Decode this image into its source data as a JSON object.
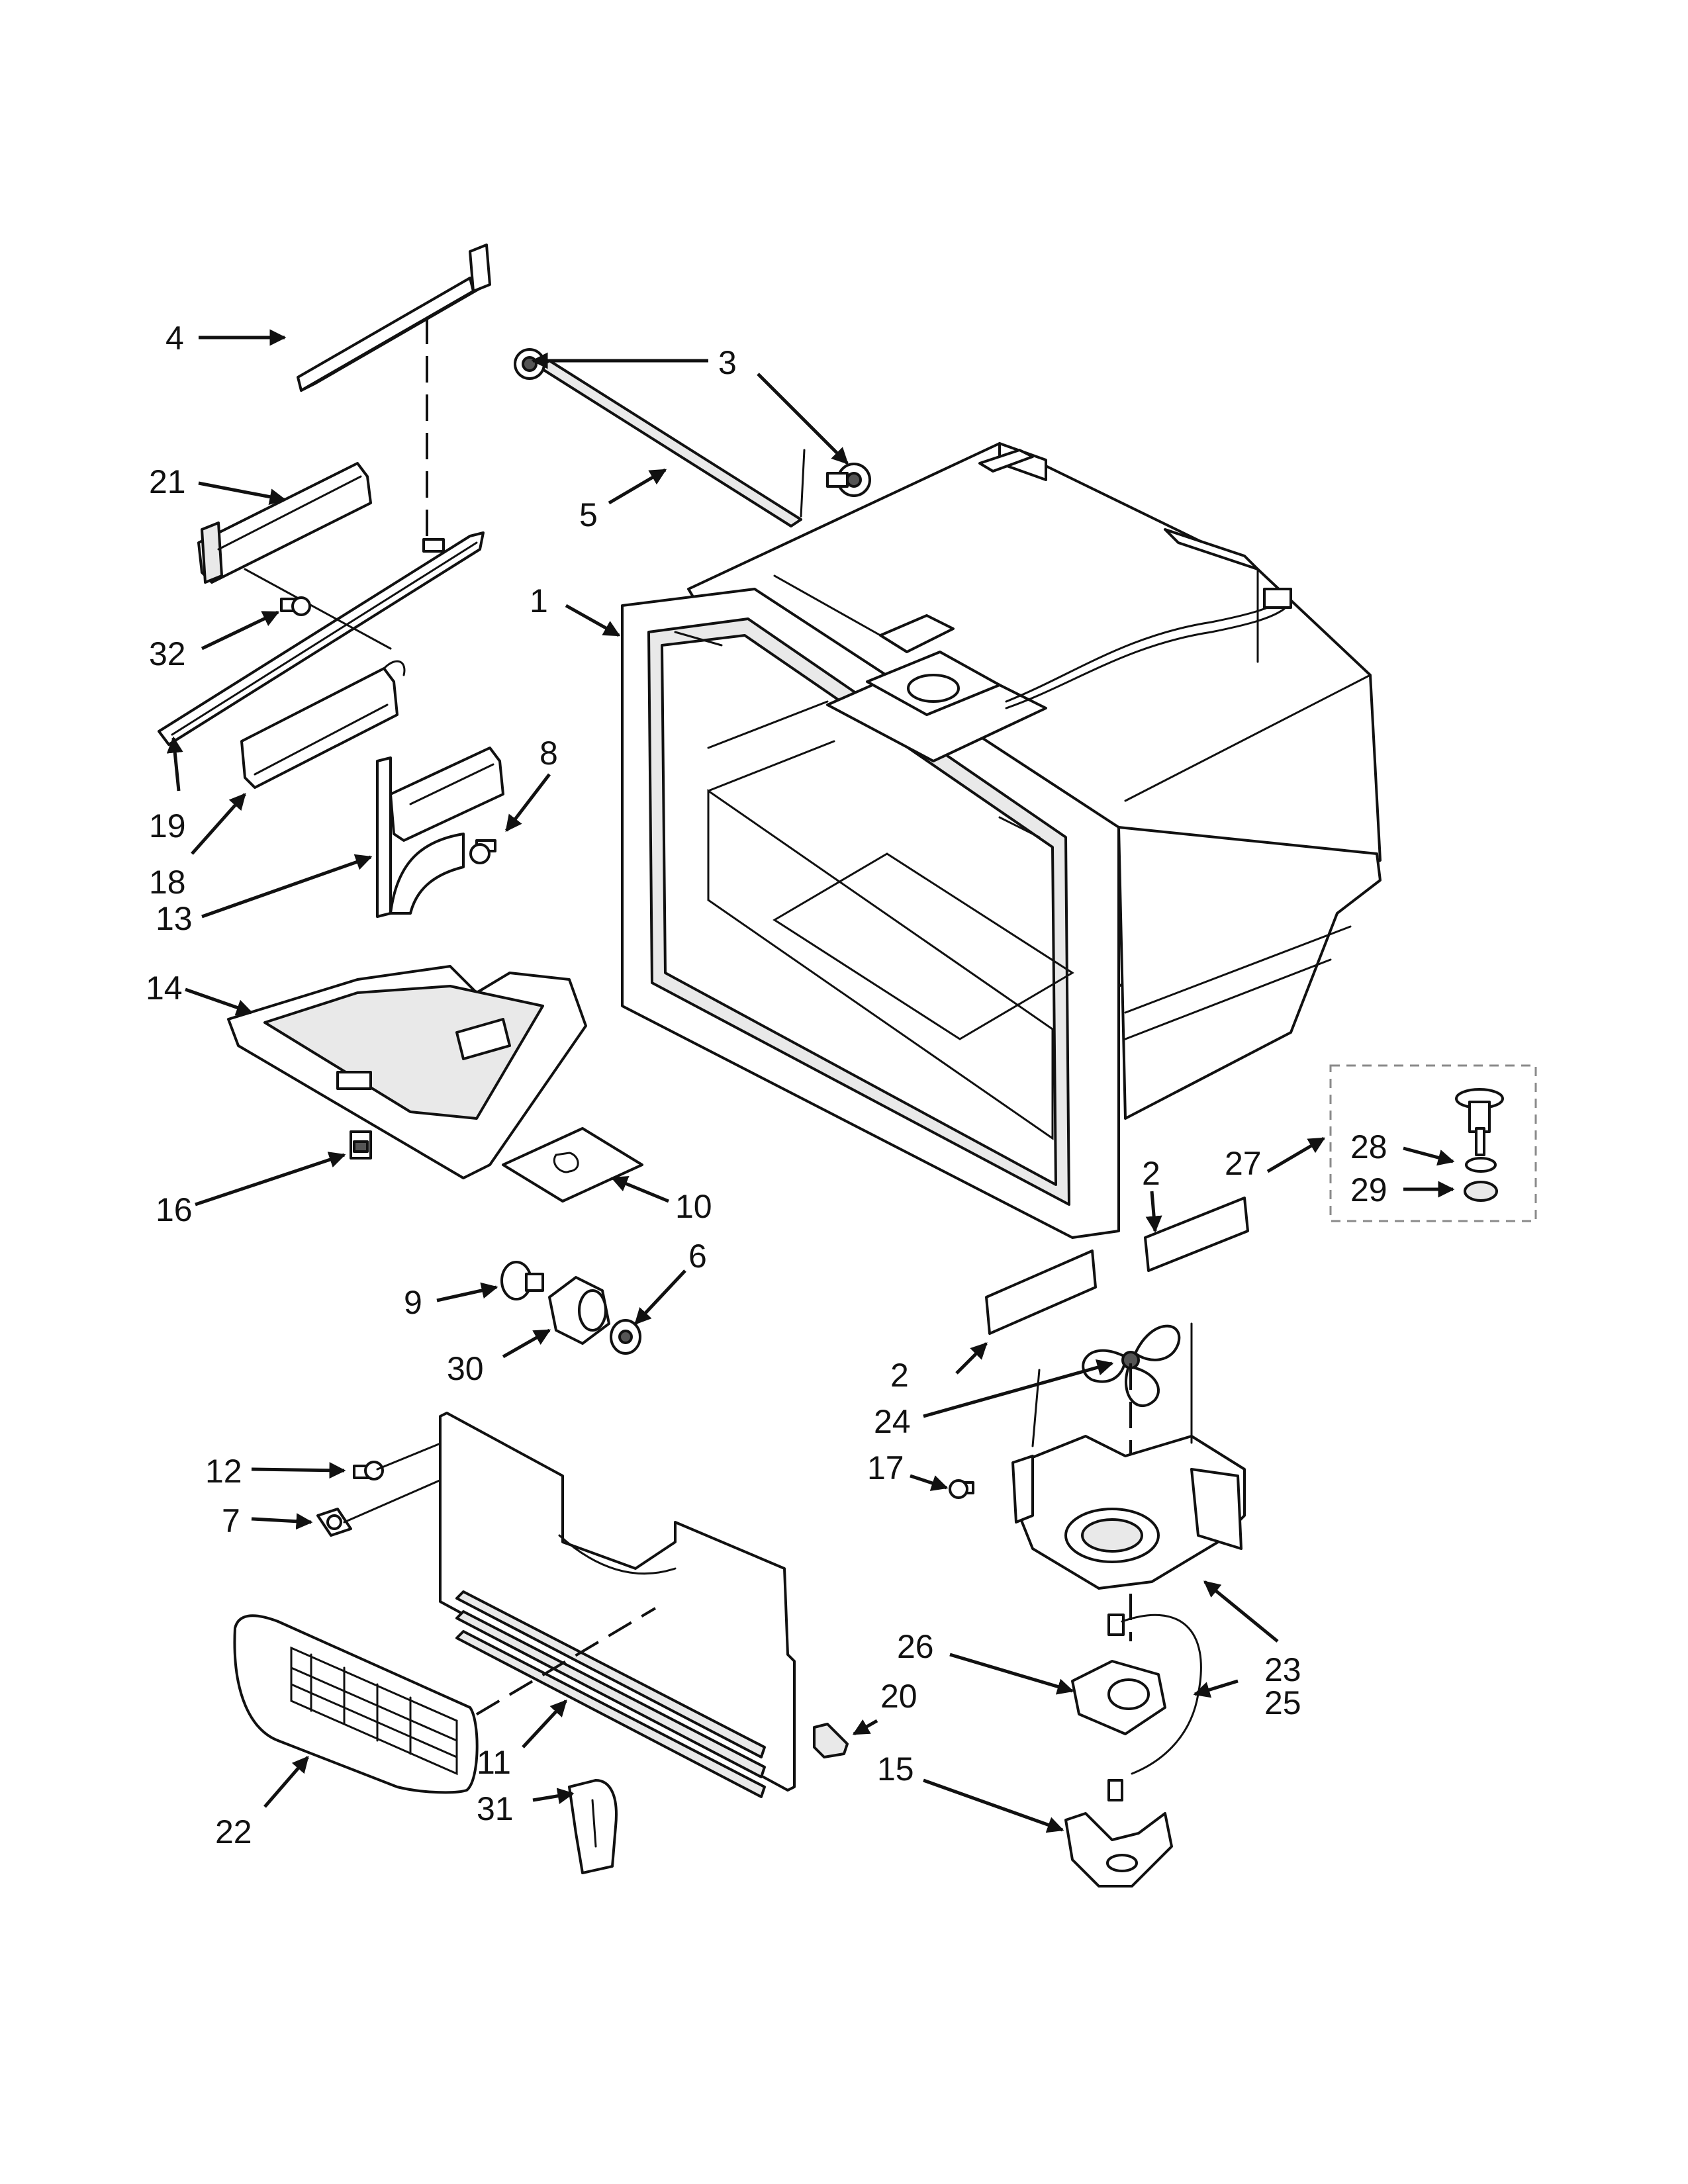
{
  "diagram": {
    "callouts": [
      {
        "id": "c1",
        "text": "1"
      },
      {
        "id": "c2a",
        "text": "2"
      },
      {
        "id": "c2b",
        "text": "2"
      },
      {
        "id": "c3",
        "text": "3"
      },
      {
        "id": "c4",
        "text": "4"
      },
      {
        "id": "c5",
        "text": "5"
      },
      {
        "id": "c6",
        "text": "6"
      },
      {
        "id": "c7",
        "text": "7"
      },
      {
        "id": "c8",
        "text": "8"
      },
      {
        "id": "c9",
        "text": "9"
      },
      {
        "id": "c10",
        "text": "10"
      },
      {
        "id": "c11",
        "text": "11"
      },
      {
        "id": "c12",
        "text": "12"
      },
      {
        "id": "c13",
        "text": "13"
      },
      {
        "id": "c14",
        "text": "14"
      },
      {
        "id": "c15",
        "text": "15"
      },
      {
        "id": "c16",
        "text": "16"
      },
      {
        "id": "c17",
        "text": "17"
      },
      {
        "id": "c18",
        "text": "18"
      },
      {
        "id": "c19",
        "text": "19"
      },
      {
        "id": "c20",
        "text": "20"
      },
      {
        "id": "c21",
        "text": "21"
      },
      {
        "id": "c22",
        "text": "22"
      },
      {
        "id": "c23",
        "text": "23"
      },
      {
        "id": "c24",
        "text": "24"
      },
      {
        "id": "c25",
        "text": "25"
      },
      {
        "id": "c26",
        "text": "26"
      },
      {
        "id": "c27",
        "text": "27"
      },
      {
        "id": "c28",
        "text": "28"
      },
      {
        "id": "c29",
        "text": "29"
      },
      {
        "id": "c30",
        "text": "30"
      },
      {
        "id": "c31",
        "text": "31"
      },
      {
        "id": "c32",
        "text": "32"
      }
    ]
  }
}
